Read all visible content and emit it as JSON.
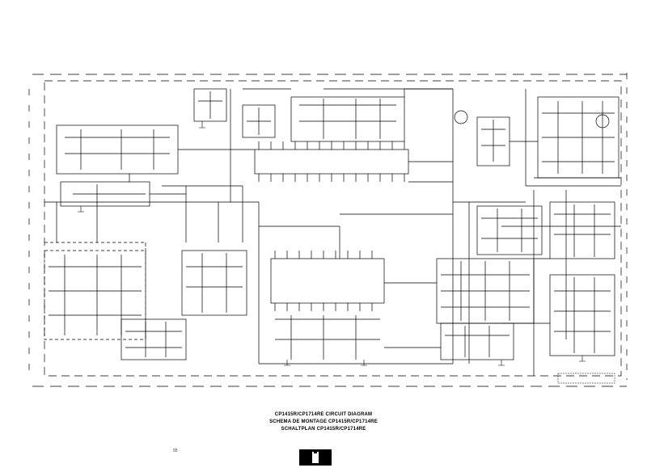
{
  "diagram": {
    "captions": [
      "CP1415R/CP1714RE CIRCUIT DIAGRAM",
      "SCHEMA DE MONTAGE CP1415R/CP1714RE",
      "SCHALTPLAN CP1415R/CP1714RE"
    ],
    "page_number": "55",
    "line_color": "#000000",
    "background_color": "#ffffff"
  }
}
